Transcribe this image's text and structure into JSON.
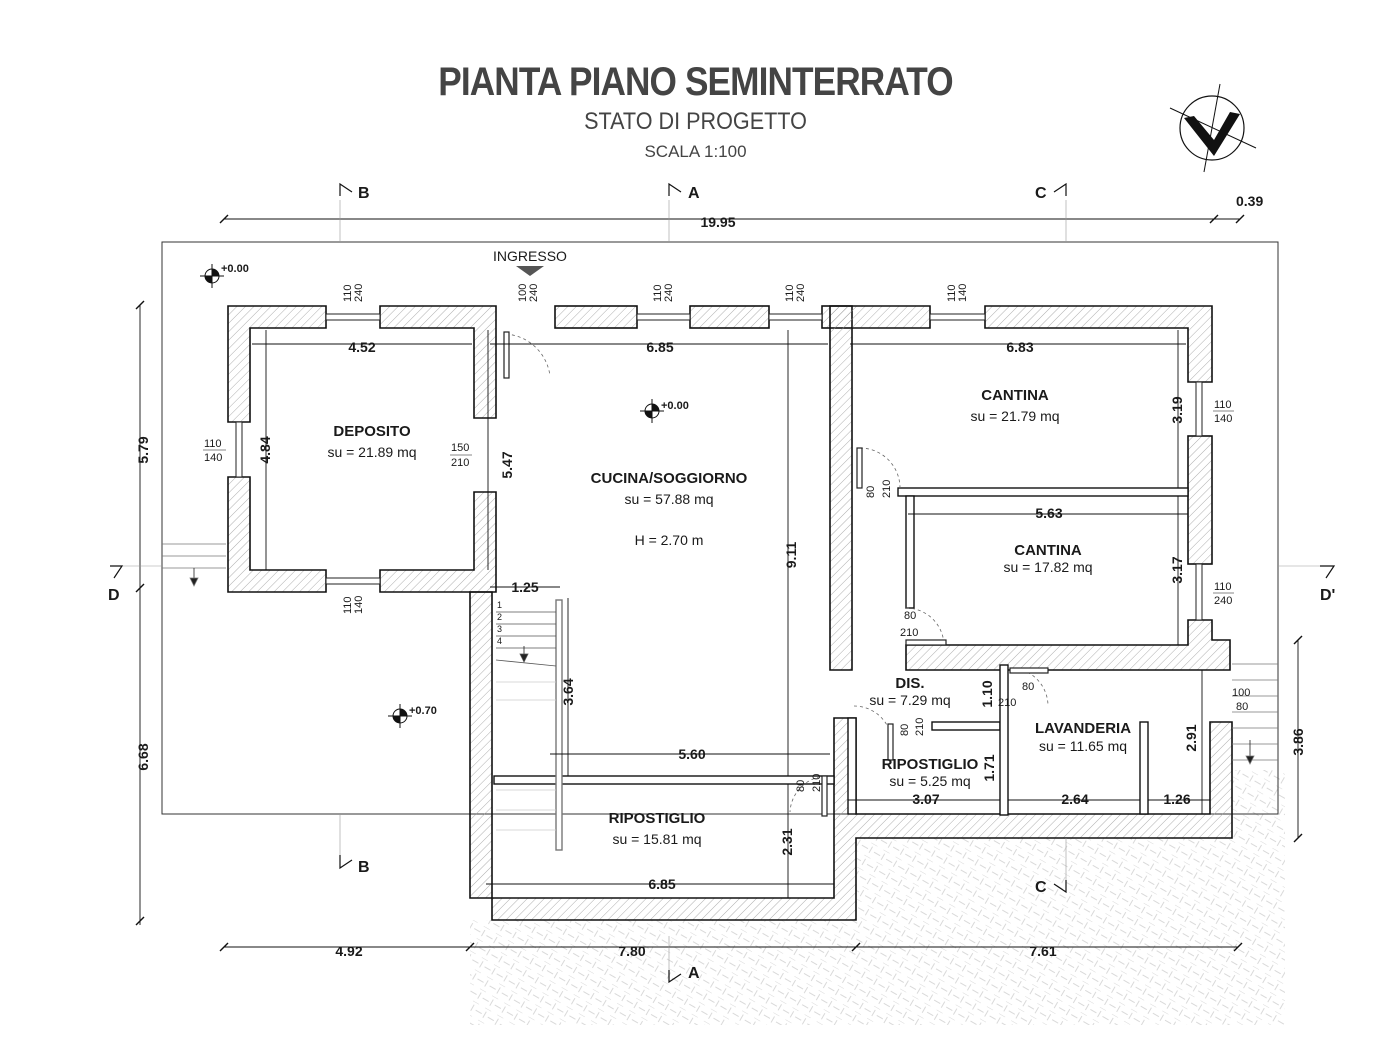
{
  "title": "PIANTA PIANO SEMINTERRATO",
  "subtitle": "STATO DI PROGETTO",
  "scale": "SCALA 1:100",
  "entrance": "INGRESSO",
  "rooms": {
    "deposito": {
      "name": "DEPOSITO",
      "area": "su = 21.89 mq"
    },
    "cucina": {
      "name": "CUCINA/SOGGIORNO",
      "area": "su = 57.88 mq",
      "height": "H = 2.70 m"
    },
    "cantina1": {
      "name": "CANTINA",
      "area": "su = 21.79 mq"
    },
    "cantina2": {
      "name": "CANTINA",
      "area": "su = 17.82 mq"
    },
    "dis": {
      "name": "DIS.",
      "area": "su = 7.29 mq"
    },
    "ripostiglio_small": {
      "name": "RIPOSTIGLIO",
      "area": "su = 5.25 mq"
    },
    "lavanderia": {
      "name": "LAVANDERIA",
      "area": "su = 11.65 mq"
    },
    "ripostiglio_big": {
      "name": "RIPOSTIGLIO",
      "area": "su = 15.81 mq"
    }
  },
  "levels": {
    "main": "+0.00",
    "cucina": "+0.00",
    "outdoor": "+0.70"
  },
  "sections": {
    "a": "A",
    "b": "B",
    "c": "C",
    "d": "D",
    "d2": "D'"
  },
  "dimensions": {
    "total_width": "19.95",
    "offset": "0.39",
    "dep_width": "4.52",
    "cuc_width": "6.85",
    "cant_width": "6.83",
    "dep_height": "4.84",
    "cuc_height": "5.47",
    "cuc_depth": "9.11",
    "cant1_height": "3.19",
    "cant2_width": "5.63",
    "cant2_height": "3.17",
    "stair_width": "1.25",
    "stair_height": "3.64",
    "rip_width": "5.60",
    "dis_height": "1.10",
    "rip_small_height": "1.71",
    "rip_small_width": "3.07",
    "lav_width": "2.64",
    "lav_small": "1.26",
    "lav_height": "2.91",
    "rip_big_height": "2.31",
    "rip_big_width": "6.85",
    "left_upper": "5.79",
    "left_lower": "6.68",
    "right_side": "3.86",
    "bottom_1": "4.92",
    "bottom_2": "7.80",
    "bottom_3": "7.61"
  },
  "openings": {
    "w1": [
      "110",
      "240"
    ],
    "w2": [
      "100",
      "240"
    ],
    "w3": [
      "110",
      "240"
    ],
    "w4": [
      "110",
      "240"
    ],
    "w5": [
      "110",
      "140"
    ],
    "w_left": [
      "110",
      "140"
    ],
    "w_dep": [
      "150",
      "210"
    ],
    "w_bottom": [
      "110",
      "140"
    ],
    "w_cant1": [
      "110",
      "140"
    ],
    "w_cant2": [
      "110",
      "240"
    ],
    "d_cant1": [
      "80",
      "210"
    ],
    "d_cant2": [
      "80",
      "210"
    ],
    "d_lav": [
      "80",
      "210"
    ],
    "d_rip": [
      "80",
      "210"
    ],
    "d_rip_big": [
      "80",
      "210"
    ],
    "d_ext": [
      "100",
      "80"
    ]
  },
  "stair_steps": [
    "1",
    "2",
    "3",
    "4"
  ]
}
